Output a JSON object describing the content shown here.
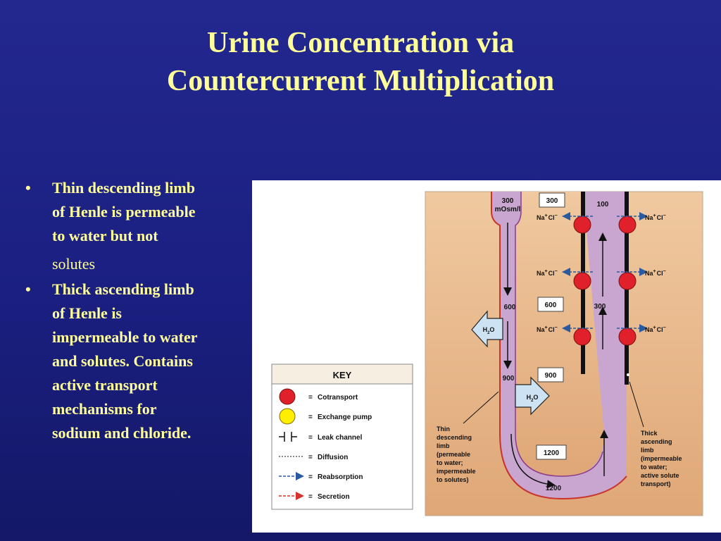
{
  "slide": {
    "title_line1": "Urine Concentration via",
    "title_line2": "Countercurrent Multiplication",
    "bullets": [
      {
        "lines": [
          "Thin descending limb",
          "of Henle is permeable",
          "to water but not"
        ],
        "last_line": "solutes"
      },
      {
        "lines": [
          "Thick ascending limb",
          "of Henle is",
          "impermeable to water",
          "and solutes. Contains",
          "active transport",
          "mechanisms for",
          "sodium and chloride."
        ]
      }
    ]
  },
  "diagram": {
    "colors": {
      "background_tan": "#e8b98c",
      "tubule_lavender": "#c9a6cf",
      "cotransport_red": "#e0202a",
      "exchange_yellow": "#ffee00",
      "reabsorption_blue": "#2a5aa0",
      "secretion_red": "#d8302a"
    },
    "descending": {
      "top_value": "300",
      "top_unit": "mOsm/l",
      "mid_value": "600",
      "low_value": "900",
      "bottom_value": "1200"
    },
    "ascending": {
      "top_value": "100",
      "mid_value": "300"
    },
    "interstitium_boxes": [
      "300",
      "600",
      "900",
      "1200"
    ],
    "ion_label": {
      "cation": "Na",
      "cation_charge": "+",
      "anion": "Cl",
      "anion_charge": "−"
    },
    "water": {
      "main": "H",
      "sub": "2",
      "tail": "O"
    },
    "thin_label": [
      "Thin",
      "descending",
      "limb",
      "(permeable",
      "to water;",
      "impermeable",
      "to solutes)"
    ],
    "thick_label": [
      "Thick",
      "ascending",
      "limb",
      "(impermeable",
      "to water;",
      "active solute",
      "transport)"
    ]
  },
  "key": {
    "title": "KEY",
    "items": [
      {
        "symbol": "red-circle",
        "eq": "=",
        "label": "Cotransport"
      },
      {
        "symbol": "yellow-circle",
        "eq": "=",
        "label": "Exchange pump"
      },
      {
        "symbol": "leak-channel",
        "eq": "=",
        "label": "Leak channel"
      },
      {
        "symbol": "dashed-line",
        "eq": "=",
        "label": "Diffusion"
      },
      {
        "symbol": "blue-dashed-arrow",
        "eq": "=",
        "label": "Reabsorption"
      },
      {
        "symbol": "red-dashed-arrow",
        "eq": "=",
        "label": "Secretion"
      }
    ]
  }
}
